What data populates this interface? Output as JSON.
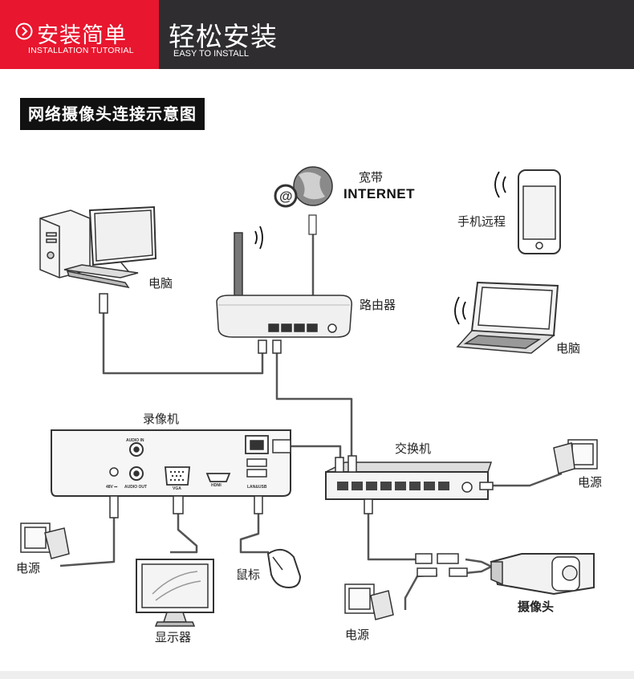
{
  "banner": {
    "title": "安装简单",
    "subtitle": "INSTALLATION TUTORIAL",
    "title2": "轻松安装",
    "subtitle2": "EASY TO INSTALL"
  },
  "section_title": "网络摄像头连接示意图",
  "labels": {
    "broadband": "宽带",
    "internet": "INTERNET",
    "phone_remote": "手机远程",
    "pc_left": "电脑",
    "router": "路由器",
    "laptop": "电脑",
    "nvr": "录像机",
    "switch": "交换机",
    "power_right": "电源",
    "power_left": "电源",
    "power_bottom": "电源",
    "mouse": "鼠标",
    "monitor": "显示器",
    "camera": "摄像头"
  },
  "nvr_ports": {
    "audio_in": "AUDIO IN",
    "audio_out": "AUDIO OUT",
    "power": "48V ⎓",
    "vga": "VGA",
    "hdmi": "HDMI",
    "lan_usb": "LAN&USB"
  },
  "colors": {
    "banner_red": "#e8162e",
    "banner_dark": "#2f2d30",
    "cable": "#555555",
    "device_outline": "#333333"
  }
}
